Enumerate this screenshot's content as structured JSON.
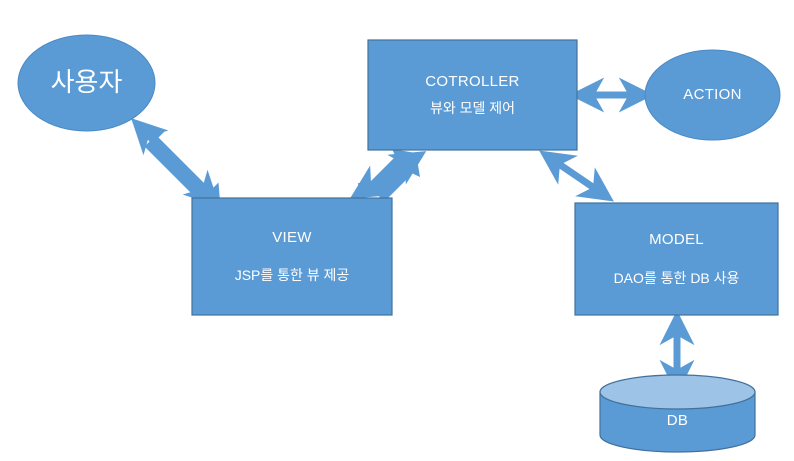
{
  "diagram": {
    "title": "MVC Architecture Diagram",
    "background_color": "#FFFFFF",
    "shape_fill": "#5B9BD5",
    "shape_stroke": "#41719C",
    "cylinder_top_fill": "#9DC3E6",
    "arrow_color": "#5B9BD5",
    "label_color": "#FFFFFF"
  },
  "nodes": {
    "user": {
      "shape": "ellipse",
      "label": "사용자"
    },
    "controller": {
      "shape": "rectangle",
      "title": "COTROLLER",
      "subtitle": "뷰와 모델 제어"
    },
    "action": {
      "shape": "ellipse",
      "label": "ACTION"
    },
    "view": {
      "shape": "rectangle",
      "title": "VIEW",
      "subtitle": "JSP를 통한 뷰 제공"
    },
    "model": {
      "shape": "rectangle",
      "title": "MODEL",
      "subtitle": "DAO를 통한 DB 사용"
    },
    "db": {
      "shape": "cylinder",
      "label": "DB"
    }
  },
  "connectors": [
    {
      "id": "user-view",
      "from": "user",
      "to": "view",
      "style": "double-arrow",
      "orientation": "diagonal-down-right"
    },
    {
      "id": "view-controller",
      "from": "view",
      "to": "controller",
      "style": "double-arrow",
      "orientation": "diagonal-up-right"
    },
    {
      "id": "controller-model",
      "from": "controller",
      "to": "model",
      "style": "double-arrow",
      "orientation": "diagonal-down-right"
    },
    {
      "id": "controller-action",
      "from": "controller",
      "to": "action",
      "style": "double-arrow",
      "orientation": "horizontal"
    },
    {
      "id": "model-db",
      "from": "model",
      "to": "db",
      "style": "double-arrow",
      "orientation": "vertical"
    }
  ]
}
